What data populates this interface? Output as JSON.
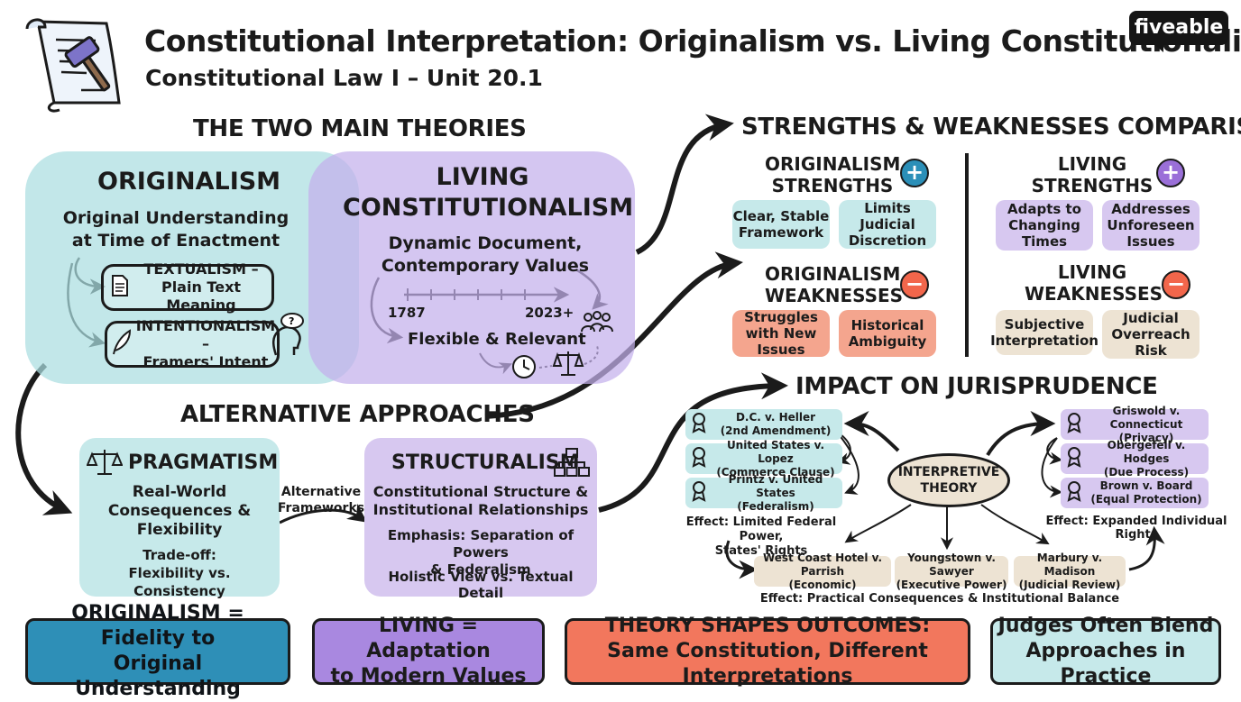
{
  "header": {
    "title": "Constitutional Interpretation: Originalism vs. Living Constitutionalism",
    "subtitle": "Constitutional Law I – Unit 20.1",
    "logo": "fiveable",
    "icon": "scroll-gavel-icon"
  },
  "theories": {
    "heading": "THE TWO MAIN THEORIES",
    "originalism": {
      "title": "ORIGINALISM",
      "line1": "Original Understanding",
      "line2": "at Time of Enactment",
      "textualism_line1": "TEXTUALISM –",
      "textualism_line2": "Plain Text Meaning",
      "intentionalism_line1": "INTENTIONALISM –",
      "intentionalism_line2": "Framers' Intent"
    },
    "living": {
      "title_line1": "LIVING",
      "title_line2": "CONSTITUTIONALISM",
      "line1": "Dynamic Document,",
      "line2": "Contemporary Values",
      "year_start": "1787",
      "year_end": "2023+",
      "flexible": "Flexible & Relevant"
    }
  },
  "alternatives": {
    "heading": "ALTERNATIVE APPROACHES",
    "connector_line1": "Alternative",
    "connector_line2": "Frameworks",
    "pragmatism": {
      "title": "PRAGMATISM",
      "line1": "Real-World",
      "line2": "Consequences &",
      "line3": "Flexibility",
      "tradeoff": "Trade-off:",
      "tradeoff_detail": "Flexibility vs. Consistency"
    },
    "structuralism": {
      "title": "STRUCTURALISM",
      "line1": "Constitutional Structure &",
      "line2": "Institutional Relationships",
      "emphasis_line1": "Emphasis: Separation of Powers",
      "emphasis_line2": "& Federalism",
      "holistic": "Holistic View vs. Textual Detail"
    }
  },
  "comparison": {
    "heading": "STRENGTHS & WEAKNESSES COMPARISON",
    "orig_strengths": {
      "line1": "ORIGINALISM",
      "line2": "STRENGTHS",
      "items": [
        "Clear, Stable Framework",
        "Limits Judicial Discretion"
      ]
    },
    "orig_weaknesses": {
      "line1": "ORIGINALISM",
      "line2": "WEAKNESSES",
      "items": [
        "Struggles with New Issues",
        "Historical Ambiguity"
      ]
    },
    "living_strengths": {
      "line1": "LIVING",
      "line2": "STRENGTHS",
      "items": [
        "Adapts to Changing Times",
        "Addresses Unforeseen Issues"
      ]
    },
    "living_weaknesses": {
      "line1": "LIVING",
      "line2": "WEAKNESSES",
      "items": [
        "Subjective Interpretation",
        "Judicial Overreach Risk"
      ]
    },
    "plus": "+",
    "minus": "−",
    "colors": {
      "teal": "#2b8fb8",
      "purple": "#9a6fd8",
      "red": "#f2664b"
    }
  },
  "impact": {
    "heading": "IMPACT ON JURISPRUDENCE",
    "center_line1": "INTERPRETIVE",
    "center_line2": "THEORY",
    "left_cases": [
      {
        "name": "D.C. v. Heller",
        "detail": "(2nd Amendment)"
      },
      {
        "name": "United States v. Lopez",
        "detail": "(Commerce Clause)"
      },
      {
        "name": "Printz v. United States",
        "detail": "(Federalism)"
      }
    ],
    "left_effect_line1": "Effect: Limited Federal Power,",
    "left_effect_line2": "States' Rights",
    "right_cases": [
      {
        "name": "Griswold v. Connecticut",
        "detail": "(Privacy)"
      },
      {
        "name": "Obergefell v. Hodges",
        "detail": "(Due Process)"
      },
      {
        "name": "Brown v. Board",
        "detail": "(Equal Protection)"
      }
    ],
    "right_effect": "Effect: Expanded Individual Rights",
    "bottom_cases": [
      {
        "name": "West Coast Hotel v. Parrish",
        "detail": "(Economic)"
      },
      {
        "name": "Youngstown v. Sawyer",
        "detail": "(Executive Power)"
      },
      {
        "name": "Marbury v. Madison",
        "detail": "(Judicial Review)"
      }
    ],
    "bottom_effect": "Effect: Practical Consequences & Institutional Balance"
  },
  "footer": [
    {
      "line1": "ORIGINALISM = Fidelity to",
      "line2": "Original Understanding",
      "bg": "#2e8fb7"
    },
    {
      "line1": "LIVING = Adaptation",
      "line2": "to Modern Values",
      "bg": "#a988e0"
    },
    {
      "line1": "THEORY SHAPES OUTCOMES:",
      "line2": "Same Constitution, Different Interpretations",
      "bg": "#f2775d"
    },
    {
      "line1": "Judges Often Blend",
      "line2": "Approaches in Practice",
      "bg": "#c6e9ea"
    }
  ]
}
